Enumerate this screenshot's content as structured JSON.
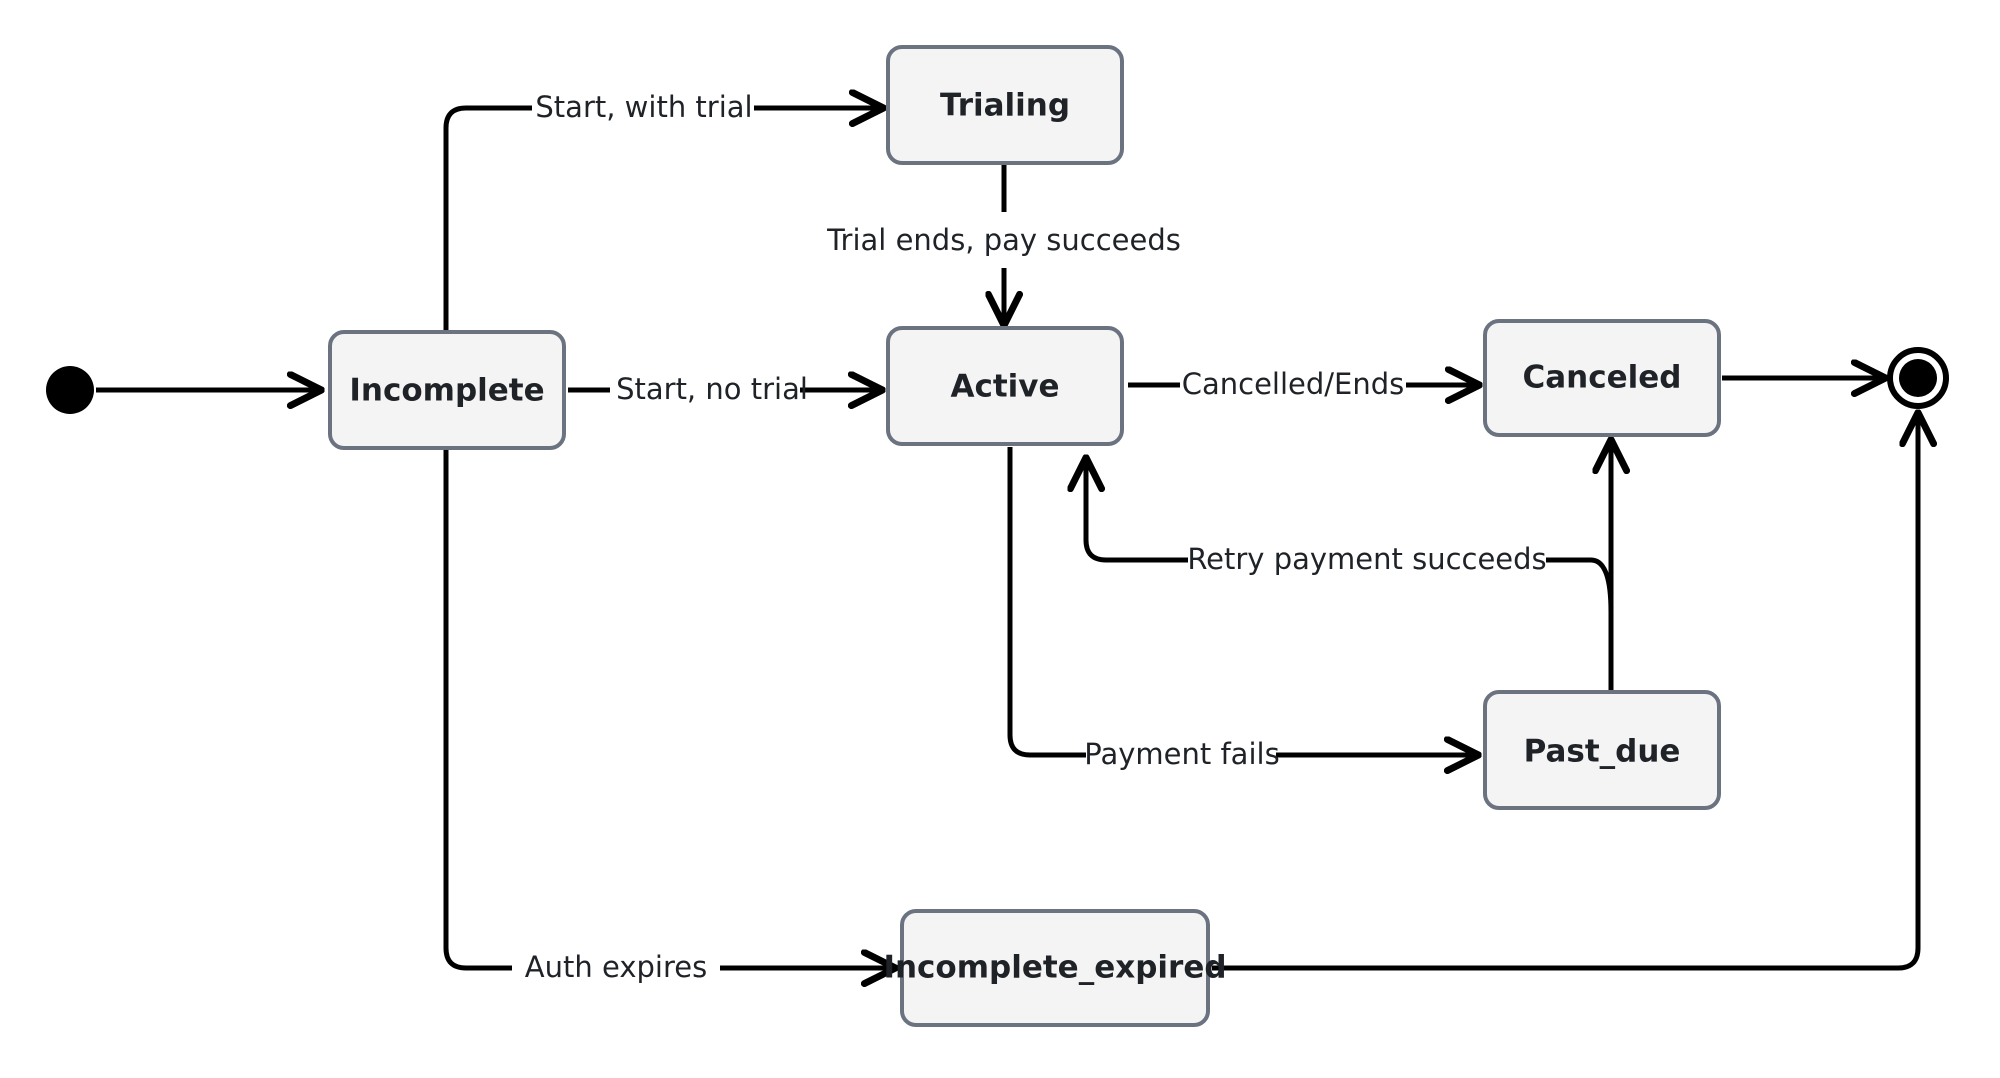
{
  "diagram": {
    "title": "Subscription lifecycle state diagram",
    "type": "state-machine",
    "background_color": "#ffffff",
    "node_fill_color": "#f4f4f4",
    "node_border_color": "#6b7280",
    "edge_color": "#000000",
    "text_color": "#1f2328"
  },
  "nodes": [
    {
      "id": "start",
      "kind": "initial-state",
      "label": ""
    },
    {
      "id": "incomplete",
      "kind": "state",
      "label": "Incomplete"
    },
    {
      "id": "trialing",
      "kind": "state",
      "label": "Trialing"
    },
    {
      "id": "active",
      "kind": "state",
      "label": "Active"
    },
    {
      "id": "canceled",
      "kind": "state",
      "label": "Canceled"
    },
    {
      "id": "past_due",
      "kind": "state",
      "label": "Past_due"
    },
    {
      "id": "incomplete_expired",
      "kind": "state",
      "label": "Incomplete_expired"
    },
    {
      "id": "end",
      "kind": "final-state",
      "label": ""
    }
  ],
  "edges": [
    {
      "id": "e-start-incomplete",
      "from": "start",
      "to": "incomplete",
      "label": ""
    },
    {
      "id": "e-incomplete-trialing",
      "from": "incomplete",
      "to": "trialing",
      "label": "Start, with trial"
    },
    {
      "id": "e-trialing-active",
      "from": "trialing",
      "to": "active",
      "label": "Trial ends, pay succeeds"
    },
    {
      "id": "e-incomplete-active",
      "from": "incomplete",
      "to": "active",
      "label": "Start, no trial"
    },
    {
      "id": "e-active-canceled",
      "from": "active",
      "to": "canceled",
      "label": "Cancelled/Ends"
    },
    {
      "id": "e-active-pastdue",
      "from": "active",
      "to": "past_due",
      "label": "Payment fails"
    },
    {
      "id": "e-pastdue-active",
      "from": "past_due",
      "to": "active",
      "label": "Retry payment succeeds"
    },
    {
      "id": "e-pastdue-canceled",
      "from": "past_due",
      "to": "canceled",
      "label": ""
    },
    {
      "id": "e-incomplete-expired",
      "from": "incomplete",
      "to": "incomplete_expired",
      "label": "Auth expires"
    },
    {
      "id": "e-canceled-end",
      "from": "canceled",
      "to": "end",
      "label": ""
    },
    {
      "id": "e-expired-end",
      "from": "incomplete_expired",
      "to": "end",
      "label": ""
    }
  ]
}
